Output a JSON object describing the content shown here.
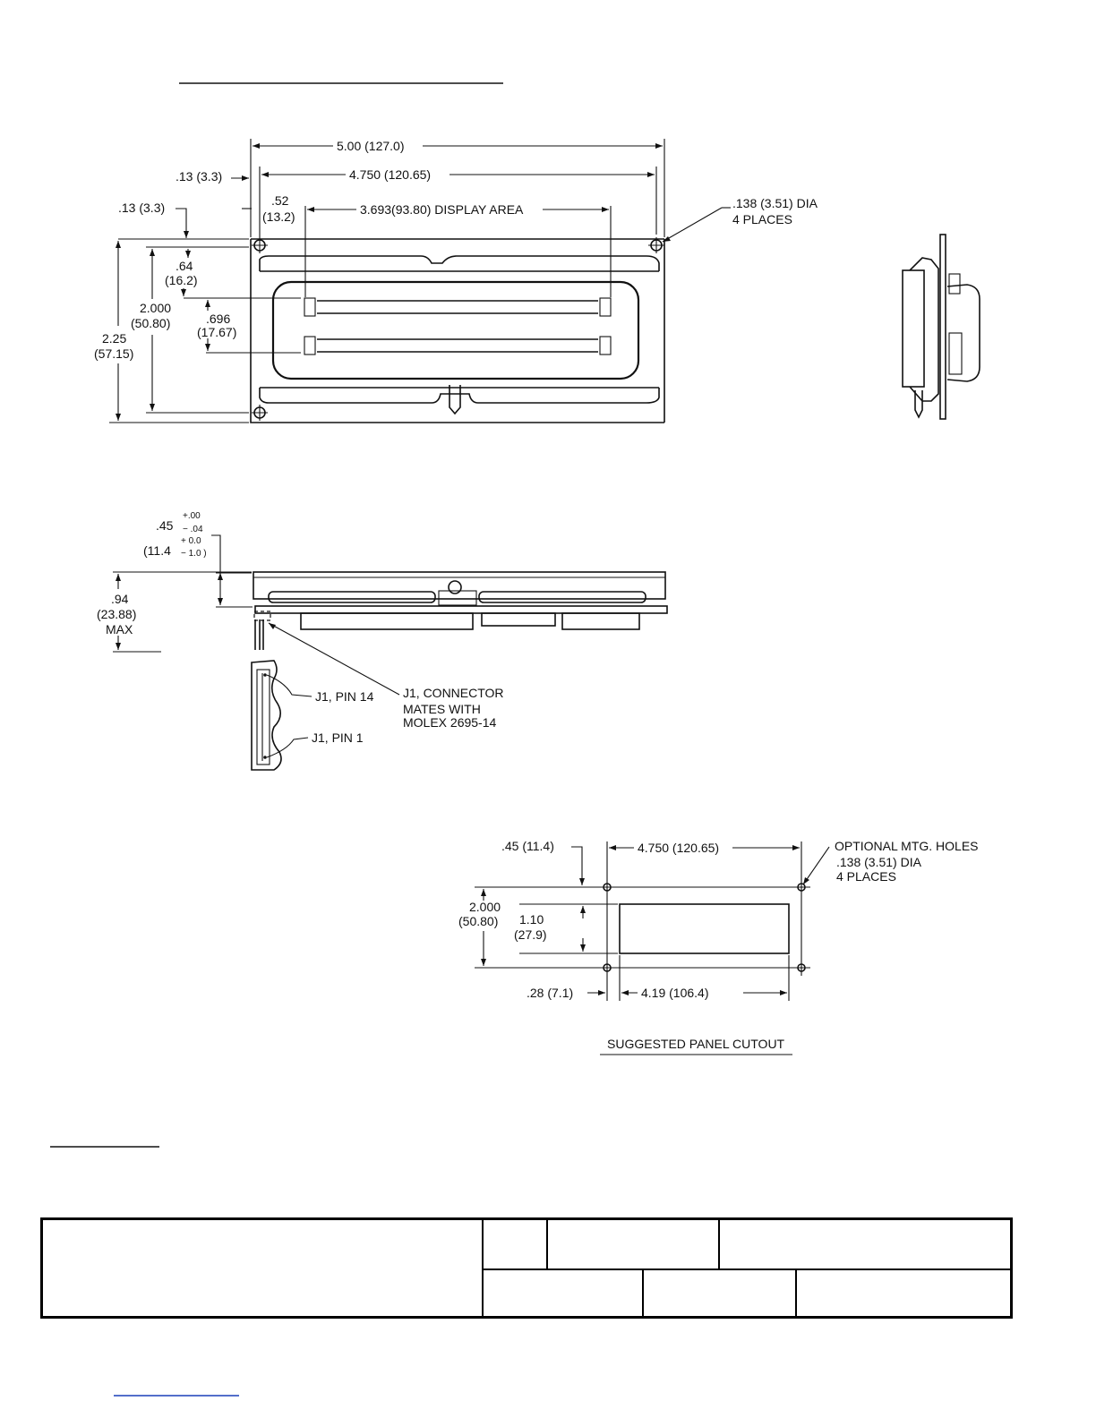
{
  "top_view": {
    "overall_width": "5.00 (127.0)",
    "hole_spacing_width": "4.750 (120.65)",
    "left_hole_offset": ".13 (3.3)",
    "top_hole_offset": ".13 (3.3)",
    "display_offset_in": ".52",
    "display_offset_mm": "(13.2)",
    "display_area": "3.693(93.80) DISPLAY AREA",
    "hole_dia": ".138 (3.51) DIA",
    "hole_places": "4 PLACES",
    "row_top_in": ".64",
    "row_top_mm": "(16.2)",
    "hole_spacing_height_in": "2.000",
    "hole_spacing_height_mm": "(50.80)",
    "row_height_in": ".696",
    "row_height_mm": "(17.67)",
    "overall_height_in": "2.25",
    "overall_height_mm": "(57.15)"
  },
  "side_view": {
    "thickness_nominal": ".45",
    "tol_in_plus": "+.00",
    "tol_in_minus": "− .04",
    "thickness_mm": "(11.4",
    "tol_mm_plus": "+ 0.0",
    "tol_mm_minus": "− 1.0 )",
    "max_height_in": ".94",
    "max_height_mm": "(23.88)",
    "max_label": "MAX",
    "pin14_label": "J1, PIN 14",
    "pin1_label": "J1, PIN 1",
    "connector_line1": "J1, CONNECTOR",
    "connector_line2": "MATES WITH",
    "connector_line3": "MOLEX  2695-14"
  },
  "panel_cutout": {
    "left_offset": ".45 (11.4)",
    "hole_spacing_width": "4.750 (120.65)",
    "optional_line1": "OPTIONAL MTG. HOLES",
    "optional_line2": ".138 (3.51) DIA",
    "optional_line3": "4 PLACES",
    "hole_spacing_height_in": "2.000",
    "hole_spacing_height_mm": "(50.80)",
    "cutout_height_in": "1.10",
    "cutout_height_mm": "(27.9)",
    "bottom_offset": ".28 (7.1)",
    "cutout_width": "4.19 (106.4)",
    "caption": "SUGGESTED PANEL CUTOUT"
  }
}
